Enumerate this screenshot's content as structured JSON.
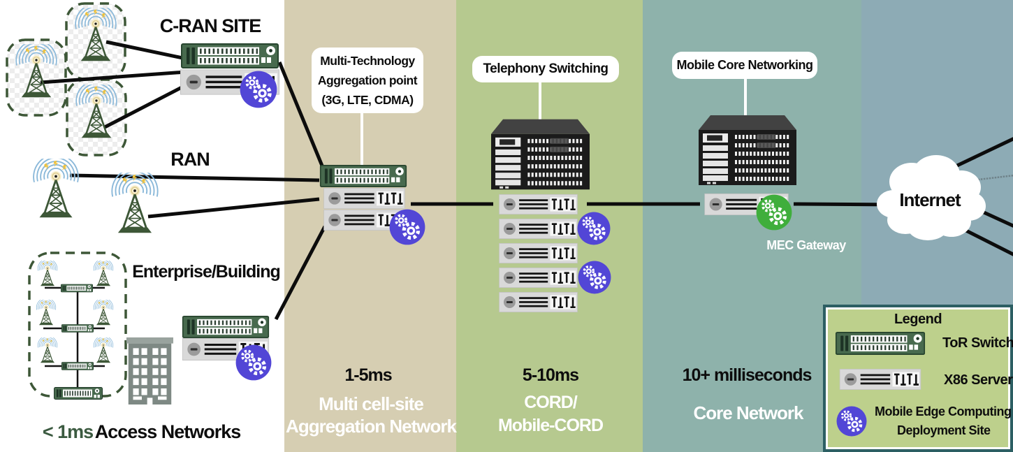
{
  "zones": {
    "access": {
      "cran_site_label": "C-RAN SITE",
      "ran_label": "RAN",
      "enterprise_label": "Enterprise/Building",
      "latency": "< 1ms",
      "name": "Access Networks"
    },
    "aggregation": {
      "callout_lines": [
        "Multi-Technology",
        "Aggregation point",
        "(3G, LTE, CDMA)"
      ],
      "latency": "1-5ms",
      "name_lines": [
        "Multi cell-site",
        "Aggregation Network"
      ]
    },
    "cord": {
      "callout": "Telephony Switching",
      "latency": "5-10ms",
      "name_lines": [
        "CORD/",
        "Mobile-CORD"
      ]
    },
    "core": {
      "callout": "Mobile Core Networking",
      "gateway_label": "MEC Gateway",
      "latency": "10+ milliseconds",
      "name": "Core Network"
    },
    "internet": {
      "label": "Internet"
    }
  },
  "legend": {
    "title": "Legend",
    "items": [
      {
        "icon": "tor-switch-icon",
        "label": "ToR Switch"
      },
      {
        "icon": "x86-server-icon",
        "label": "X86 Server"
      },
      {
        "icon": "mec-badge-icon",
        "label_lines": [
          "Mobile Edge Computing",
          "Deployment Site"
        ]
      }
    ]
  },
  "colors": {
    "aggregation_bg": "#d6ceb2",
    "cord_bg": "#b6c98f",
    "core_bg": "#8eb2ab",
    "internet_bg": "#8dabb5",
    "legend_bg": "#bdd08c",
    "legend_border": "#2c5f63",
    "mec_purple": "#5246d6",
    "gateway_green": "#3fae3c",
    "latency_green": "#3b5a40",
    "line_black": "#0c0c0c"
  }
}
